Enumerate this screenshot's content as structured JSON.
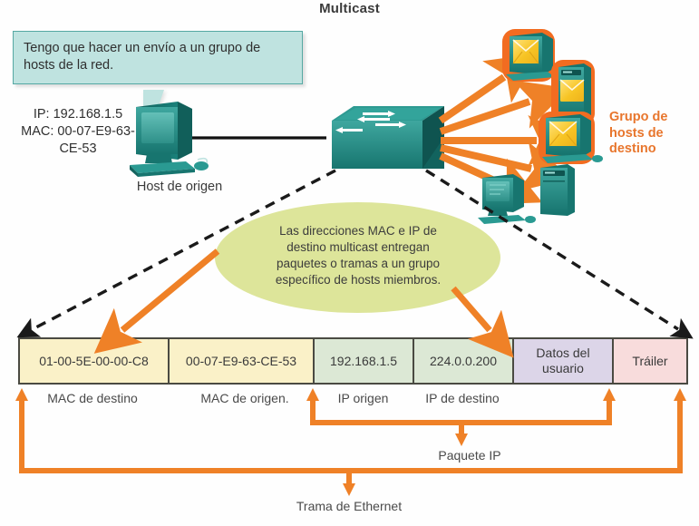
{
  "title": "Multicast",
  "callout": {
    "text": "Tengo que hacer un envío a un grupo de hosts de la red."
  },
  "source_host": {
    "info": "IP: 192.168.1.5 MAC: 00-07-E9-63-CE-53",
    "ip_line": "IP: 192.168.1.5",
    "mac_line_1": "MAC: 00-07-E9-63-",
    "mac_line_2": "CE-53",
    "label": "Host de origen"
  },
  "destination_group": {
    "label": "Grupo de hosts de destino",
    "line1": "Grupo de",
    "line2": "hosts de",
    "line3": "destino",
    "color": "#e8762d"
  },
  "oval": {
    "text": "Las direcciones MAC e IP de destino multicast entregan paquetes o tramas a un grupo específico de hosts miembros.",
    "line1": "Las direcciones MAC e IP de",
    "line2": "destino multicast entregan",
    "line3": "paquetes o tramas a un grupo",
    "line4": "específico de hosts miembros.",
    "fill": "#dde59a"
  },
  "frame": {
    "cells": [
      {
        "value": "01-00-5E-00-00-C8",
        "color": "#faf1c8",
        "width": 165
      },
      {
        "value": "00-07-E9-63-CE-53",
        "color": "#faf1c8",
        "width": 160
      },
      {
        "value": "192.168.1.5",
        "color": "#dce8d5",
        "width": 110
      },
      {
        "value": "224.0.0.200",
        "color": "#dce8d5",
        "width": 110
      },
      {
        "value": "Datos del usuario",
        "color": "#dcd5e8",
        "width": 110
      },
      {
        "value": "Tráiler",
        "color": "#f8dcdc",
        "width": 80
      }
    ],
    "field_labels": {
      "mac_destination": "MAC de destino",
      "mac_source": "MAC de origen.",
      "ip_source": "IP origen",
      "ip_destination": "IP de destino"
    },
    "bracket_labels": {
      "packet": "Paquete IP",
      "ethernet_frame": "Trama de Ethernet"
    }
  },
  "colors": {
    "teal_device": "#1d8b84",
    "teal_dark": "#14645f",
    "teal_light": "#4fb3ab",
    "orange": "#ef8127",
    "orange_glow": "#f26c21",
    "callout_fill": "#bfe3e0",
    "callout_border": "#55a8a3",
    "envelope_yellow": "#f6c21c",
    "dash_black": "#1a1a1a"
  },
  "icons": {
    "source_host": "desktop-computer-icon",
    "switch": "network-switch-icon",
    "member_monitor": "monitor-with-envelope-icon",
    "member_server": "server-with-envelope-icon",
    "nonmember_monitor": "desktop-computer-icon",
    "nonmember_server": "server-icon"
  }
}
